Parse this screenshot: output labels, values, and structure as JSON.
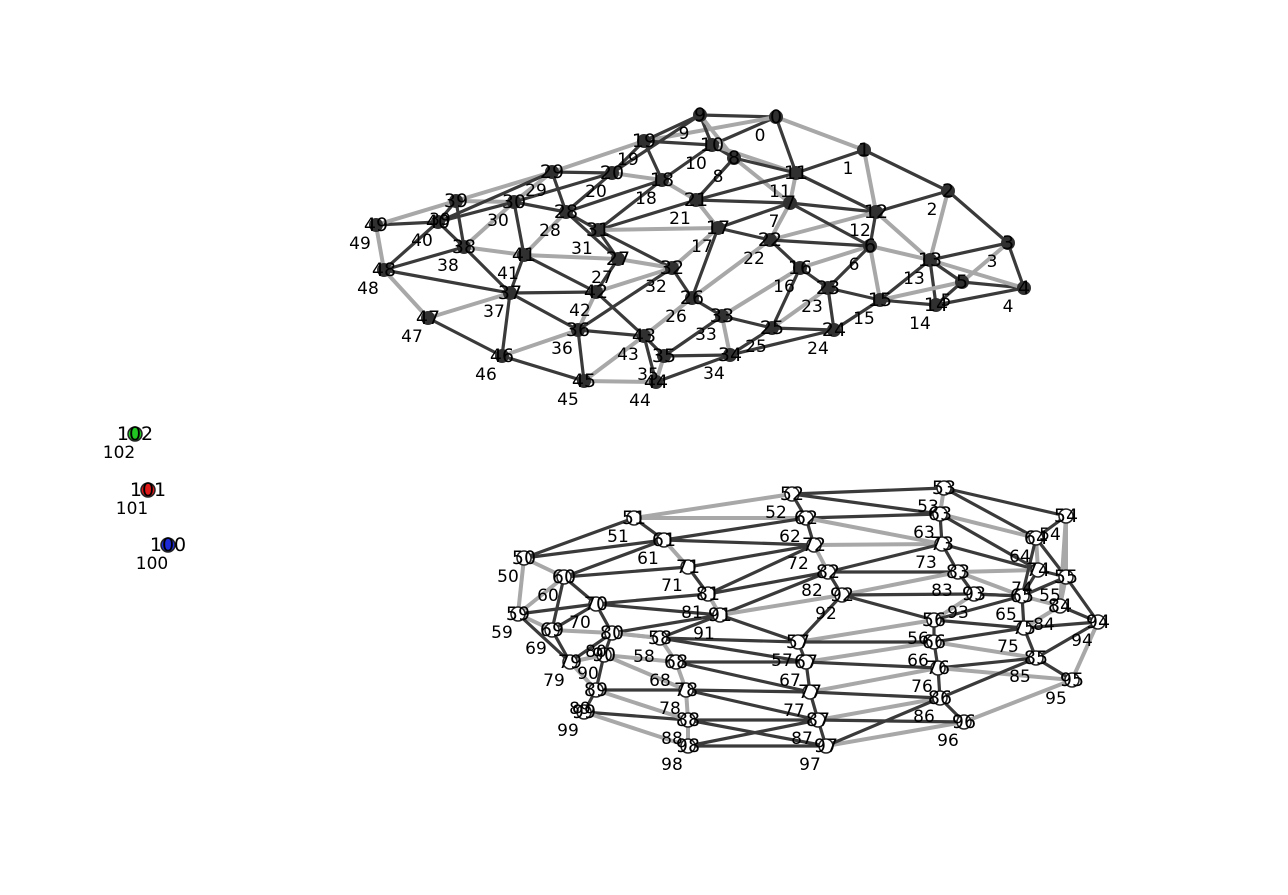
{
  "colors": {
    "edge_dark": "#3a3a3a",
    "edge_light": "#a8a8a8",
    "node_upper": "#303030",
    "node_lower_fill": "#ffffff",
    "node_lower_stroke": "#222222",
    "legend_green": "#22c622",
    "legend_red": "#e01818",
    "legend_blue": "#1c2ad8"
  },
  "graph": {
    "upper_rows": [
      {
        "labels": [
          "0",
          "1",
          "2",
          "3",
          "4"
        ]
      },
      {
        "labels": [
          "9",
          "11",
          "12",
          "13",
          "14",
          "5"
        ]
      },
      {
        "labels": [
          "19",
          "10",
          "8",
          "7",
          "6"
        ]
      },
      {
        "labels": [
          "29",
          "20",
          "18",
          "21",
          "17",
          "22",
          "16",
          "23",
          "15"
        ]
      },
      {
        "labels": [
          "39",
          "30",
          "28",
          "31",
          "27",
          "32",
          "26",
          "33",
          "25",
          "24"
        ]
      },
      {
        "labels": [
          "49",
          "40",
          "38",
          "41",
          "42",
          "36",
          "43",
          "35",
          "34"
        ]
      },
      {
        "labels": [
          "48",
          "47",
          "37",
          "46",
          "45",
          "44"
        ]
      }
    ],
    "lower_ring": {
      "top_labels": [
        "51",
        "52",
        "53",
        "54"
      ],
      "left_labels": [
        "50",
        "60",
        "59",
        "69",
        "70",
        "79",
        "80",
        "89",
        "90",
        "99"
      ],
      "right_labels": [
        "55",
        "64",
        "65",
        "74",
        "75",
        "84",
        "85",
        "94",
        "95"
      ],
      "inner_top": [
        "61",
        "62",
        "63",
        "71",
        "72",
        "73",
        "81",
        "82",
        "83",
        "91",
        "92",
        "93"
      ],
      "inner_bottom": [
        "58",
        "57",
        "56",
        "68",
        "67",
        "66",
        "78",
        "77",
        "76",
        "88",
        "87",
        "86"
      ],
      "bottom_labels": [
        "98",
        "97",
        "96"
      ]
    },
    "legend_nodes": [
      {
        "label": "102",
        "color_key": "legend_green"
      },
      {
        "label": "101",
        "color_key": "legend_red"
      },
      {
        "label": "100",
        "color_key": "legend_blue"
      }
    ]
  }
}
